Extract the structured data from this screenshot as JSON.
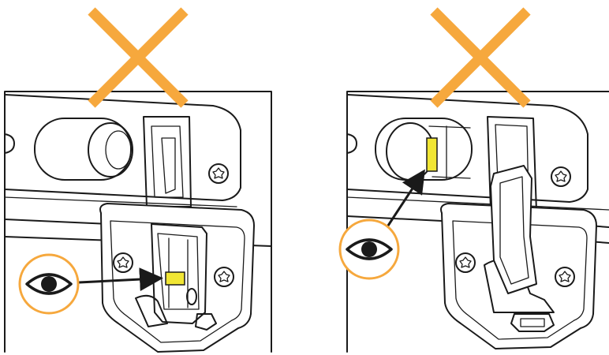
{
  "colors": {
    "cross": "#f6a83d",
    "eye_ring": "#f6a83d",
    "indicator": "#f1e634",
    "line": "#1a1a1a",
    "background": "#ffffff"
  },
  "panels": [
    {
      "id": "left",
      "status_icon": "cross-mark-icon",
      "view_icon": "eye-icon",
      "pointer_target": "indicator-window-on-latch"
    },
    {
      "id": "right",
      "status_icon": "cross-mark-icon",
      "view_icon": "eye-icon",
      "pointer_target": "indicator-window-in-slot"
    }
  ]
}
